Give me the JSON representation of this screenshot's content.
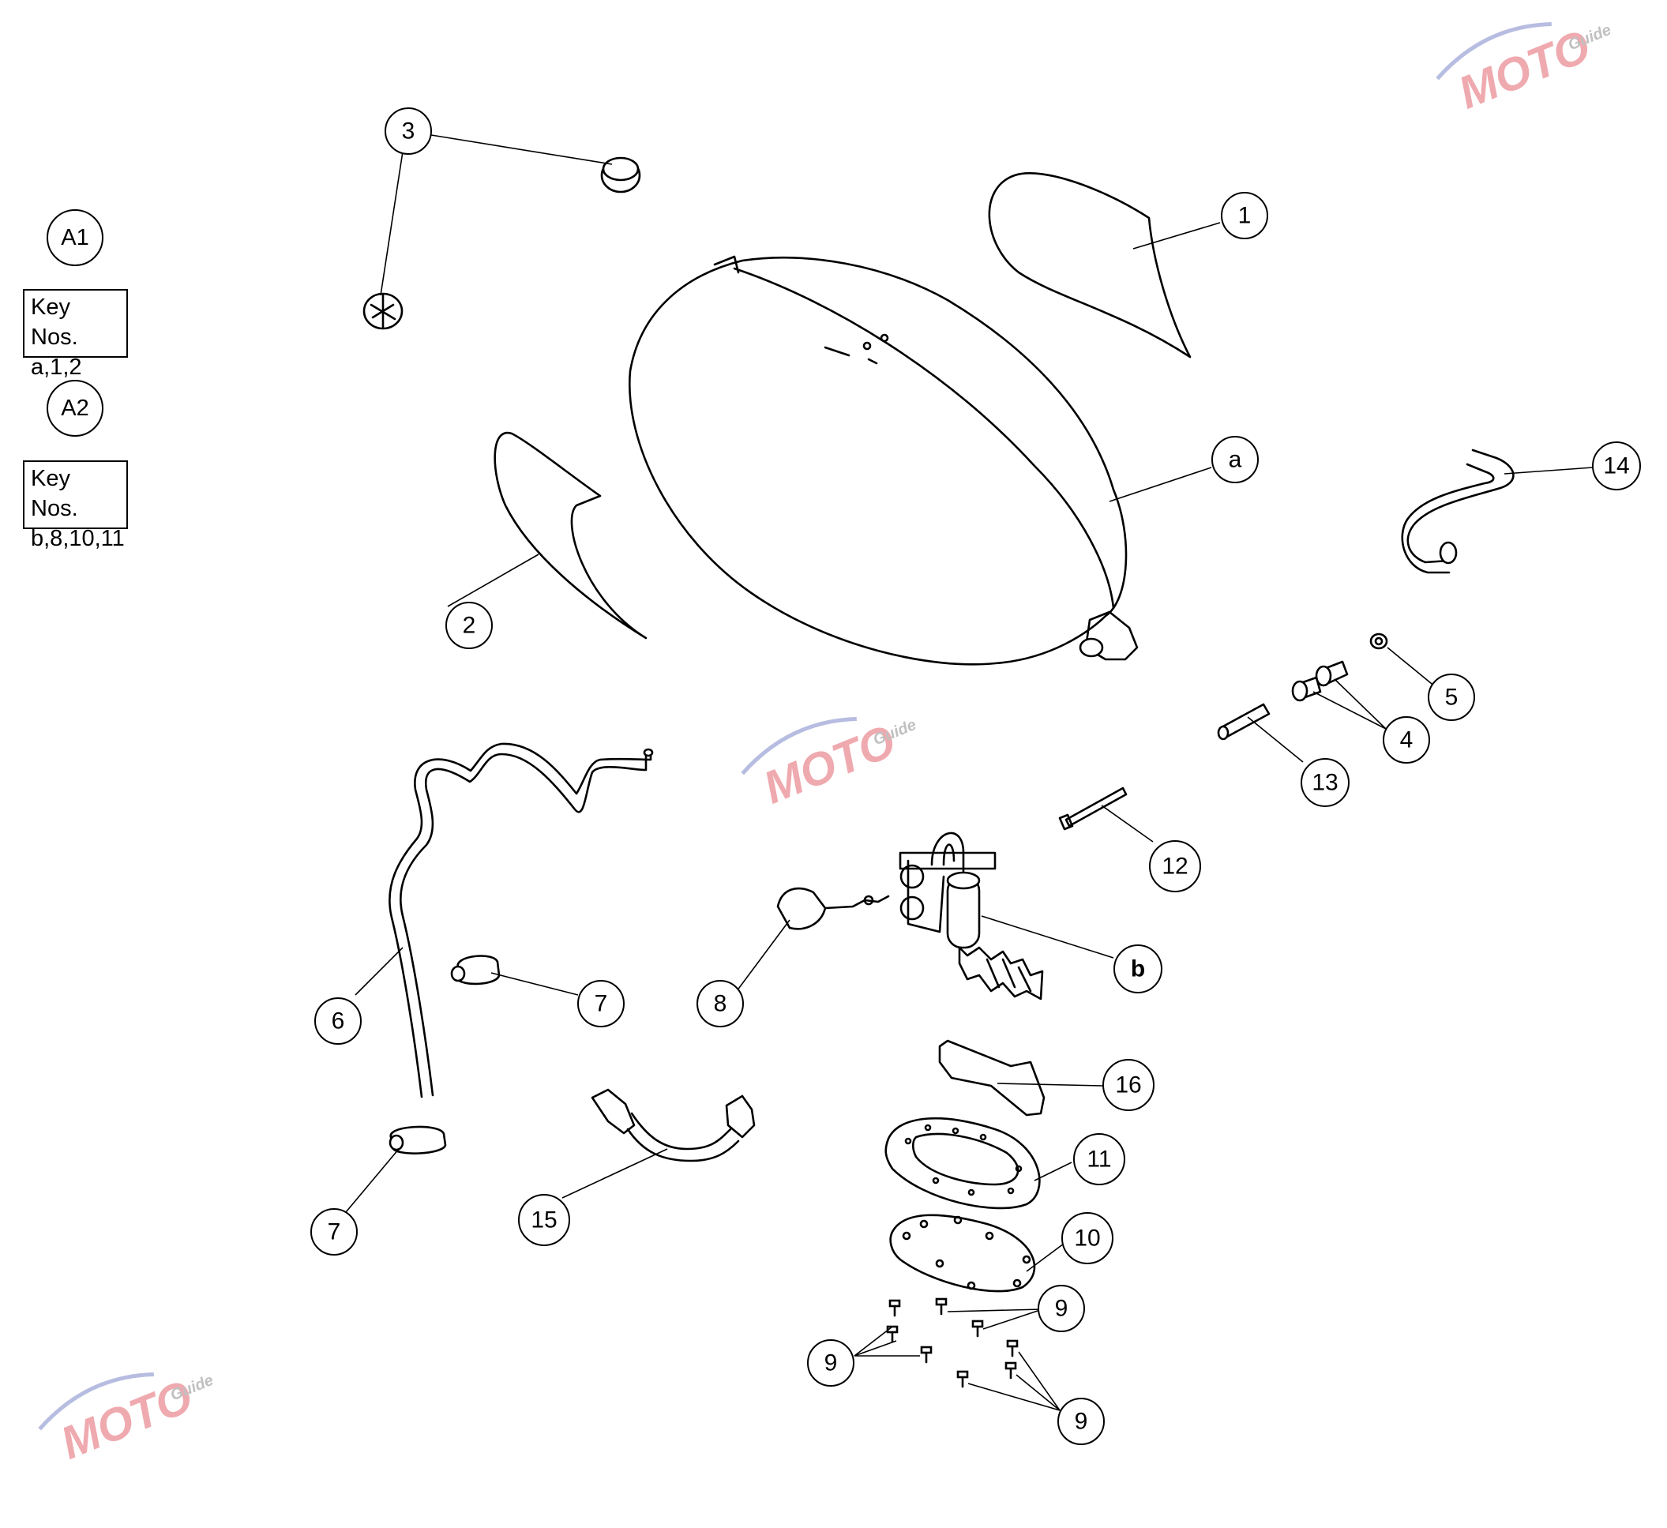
{
  "assemblies": [
    {
      "id": "A1",
      "key_title": "Key Nos.",
      "key_items": "a,1,2"
    },
    {
      "id": "A2",
      "key_title": "Key Nos.",
      "key_items": "b,8,10,11"
    }
  ],
  "callouts": {
    "c1": "1",
    "ca": "a",
    "c2": "2",
    "c3": "3",
    "c14": "14",
    "c5": "5",
    "c4": "4",
    "c13": "13",
    "c12": "12",
    "cb": "b",
    "c8": "8",
    "c6": "6",
    "c7a": "7",
    "c7b": "7",
    "c15": "15",
    "c16": "16",
    "c11": "11",
    "c10": "10",
    "c9a": "9",
    "c9b": "9",
    "c9c": "9"
  },
  "watermark": {
    "brand": "MOTO",
    "sub": "Guide",
    "colors": {
      "red": "#e2656f",
      "blue": "#7d88c9",
      "gray": "#8e8e8e"
    }
  }
}
